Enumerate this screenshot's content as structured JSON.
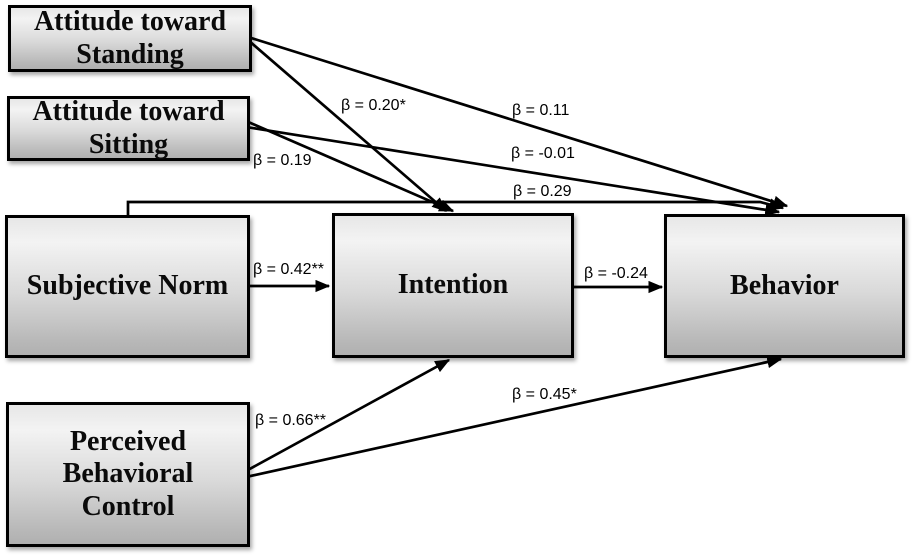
{
  "diagram": {
    "kind": "structural-path-model",
    "colors": {
      "background": "#ffffff",
      "line": "#000000",
      "box_border": "#000000",
      "box_fill_top": "#f3f3f3",
      "box_fill_bottom": "#b0b0b0",
      "text": "#0a0a0a"
    },
    "nodes": [
      {
        "id": "attitude-toward-standing",
        "lines": [
          "Attitude toward",
          "Standing"
        ]
      },
      {
        "id": "attitude-toward-sitting",
        "lines": [
          "Attitude toward",
          "Sitting"
        ]
      },
      {
        "id": "subjective-norm",
        "lines": [
          "Subjective Norm"
        ]
      },
      {
        "id": "perceived-behavioral-control",
        "lines": [
          "Perceived",
          "Behavioral",
          "Control"
        ]
      },
      {
        "id": "intention",
        "lines": [
          "Intention"
        ]
      },
      {
        "id": "behavior",
        "lines": [
          "Behavior"
        ]
      }
    ],
    "paths": [
      {
        "from": "attitude-toward-standing",
        "to": "intention",
        "label": "β = 0.20*"
      },
      {
        "from": "attitude-toward-standing",
        "to": "behavior",
        "label": "β = 0.11"
      },
      {
        "from": "attitude-toward-sitting",
        "to": "intention",
        "label": "β = 0.19"
      },
      {
        "from": "attitude-toward-sitting",
        "to": "behavior",
        "label": "β = -0.01"
      },
      {
        "from": "subjective-norm",
        "to": "behavior",
        "label": "β = 0.29"
      },
      {
        "from": "subjective-norm",
        "to": "intention",
        "label": "β = 0.42**"
      },
      {
        "from": "intention",
        "to": "behavior",
        "label": "β = -0.24"
      },
      {
        "from": "perceived-behavioral-control",
        "to": "intention",
        "label": "β = 0.66**"
      },
      {
        "from": "perceived-behavioral-control",
        "to": "behavior",
        "label": "β = 0.45*"
      }
    ]
  }
}
